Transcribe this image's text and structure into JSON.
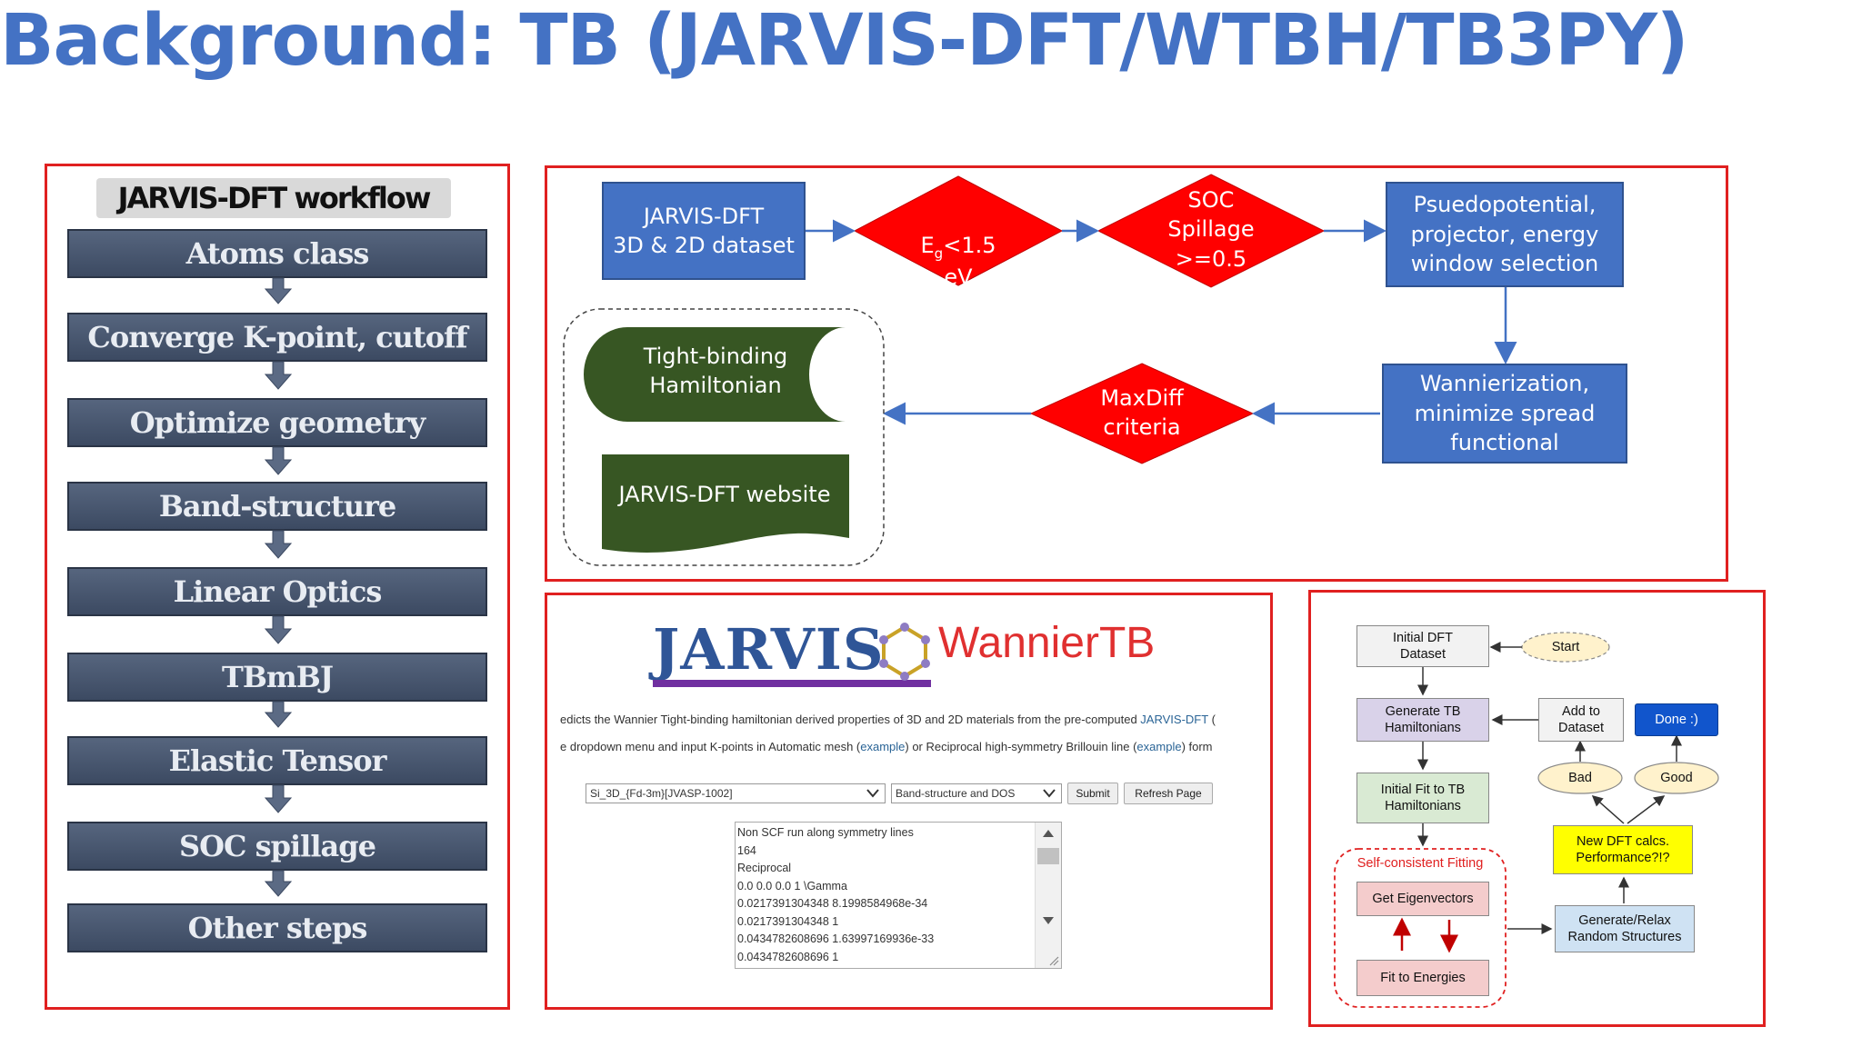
{
  "title": "Background: TB (JARVIS-DFT/WTBH/TB3PY)",
  "workflow": {
    "heading": "JARVIS-DFT workflow",
    "steps": [
      "Atoms class",
      "Converge K-point, cutoff",
      "Optimize geometry",
      "Band-structure",
      "Linear Optics",
      "TBmBJ",
      "Elastic Tensor",
      "SOC spillage",
      "Other steps"
    ]
  },
  "flowchart": {
    "dataset": "JARVIS-DFT\n3D & 2D dataset",
    "gap_E": "E",
    "gap_sub": "g",
    "gap_rest": "<1.5",
    "gap_unit": "eV",
    "soc": "SOC\nSpillage\n>=0.5",
    "pseudo": "Psuedopotential,\nprojector, energy\nwindow selection",
    "wannier": "Wannierization,\nminimize spread\nfunctional",
    "maxdiff": "MaxDiff\ncriteria",
    "tb_ham": "Tight-binding\nHamiltonian",
    "website": "JARVIS-DFT website"
  },
  "wanniertb": {
    "logo_left": "JARVIS",
    "logo_right": "WannierTB",
    "line1_pre": "edicts the Wannier Tight-binding hamiltonian derived properties of 3D and 2D materials from the pre-computed ",
    "line1_link": "JARVIS-DFT",
    "line1_post": " (",
    "line2_a": "e dropdown menu and input K-points in Automatic mesh (",
    "line2_link1": "example",
    "line2_b": ") or Reciprocal high-symmetry Brillouin line (",
    "line2_link2": "example",
    "line2_c": ") form",
    "material_select": "Si_3D_{Fd-3m}[JVASP-1002]",
    "mode_select": "Band-structure and DOS",
    "submit": "Submit",
    "refresh": "Refresh Page",
    "kpoints_lines": [
      "Non SCF run along symmetry lines",
      "164",
      "Reciprocal",
      "0.0 0.0 0.0 1 \\Gamma",
      "0.0217391304348 8.1998584968e-34",
      "0.0217391304348 1",
      "0.0434782608696 1.63997169936e-33",
      "0.0434782608696 1"
    ]
  },
  "tb3py": {
    "initial": "Initial DFT\nDataset",
    "start": "Start",
    "generate_tb": "Generate TB\nHamiltonians",
    "add": "Add to\nDataset",
    "done": "Done :)",
    "bad": "Bad",
    "good": "Good",
    "initial_fit": "Initial Fit to TB\nHamiltonians",
    "new_dft": "New DFT calcs.\nPerformance?!?",
    "sc_label": "Self-consistent Fitting",
    "eigen": "Get Eigenvectors",
    "fit": "Fit to Energies",
    "relax": "Generate/Relax\nRandom Structures"
  },
  "colors": {
    "title": "#4472c4",
    "box_blue": "#4472c4",
    "diamond_red": "#ff0000",
    "dark_green": "#375623",
    "frame_red": "#e02020"
  }
}
